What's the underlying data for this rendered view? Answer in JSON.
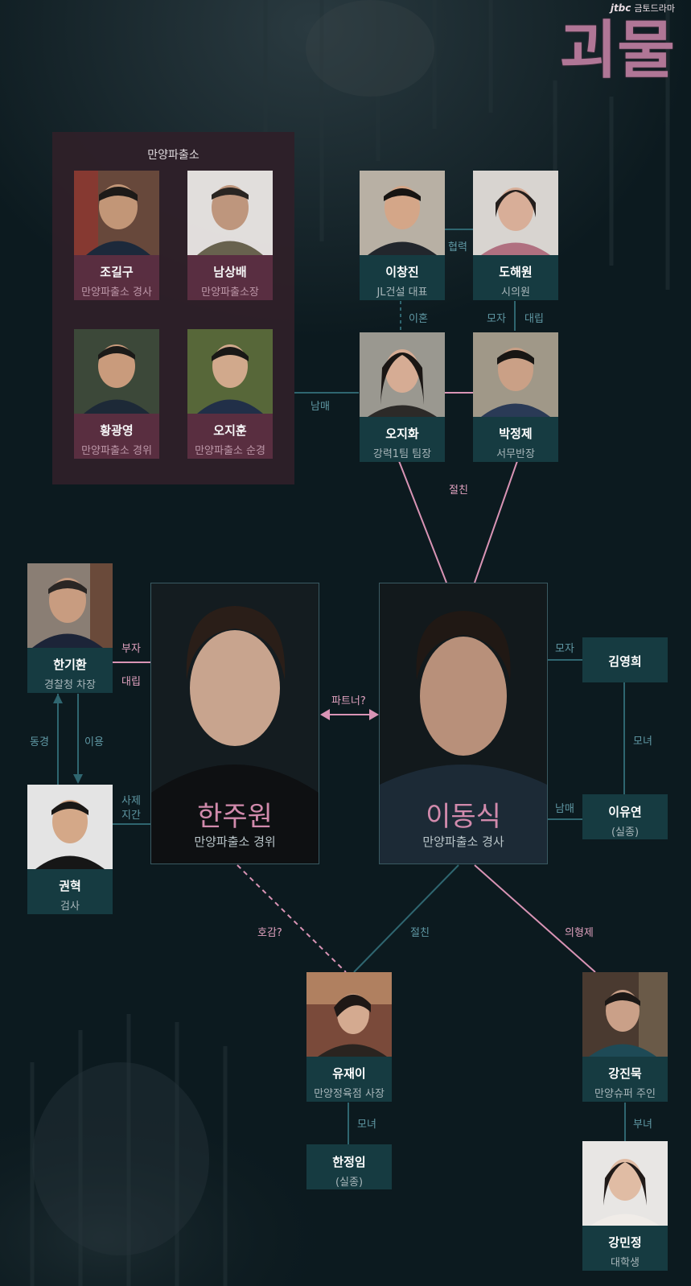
{
  "header": {
    "network": "jtbc",
    "slot": "금토드라마",
    "show_title": "괴물"
  },
  "station": {
    "title": "만양파출소",
    "members": [
      {
        "name": "조길구",
        "role": "만양파출소 경사"
      },
      {
        "name": "남상배",
        "role": "만양파출소장"
      },
      {
        "name": "황광영",
        "role": "만양파출소 경위"
      },
      {
        "name": "오지훈",
        "role": "만양파출소 순경"
      }
    ]
  },
  "people": {
    "lee_changjin": {
      "name": "이창진",
      "role": "JL건설 대표"
    },
    "do_haewon": {
      "name": "도해원",
      "role": "시의원"
    },
    "oh_jihwa": {
      "name": "오지화",
      "role": "강력1팀 팀장"
    },
    "park_jeongje": {
      "name": "박정제",
      "role": "서무반장"
    },
    "han_gihwan": {
      "name": "한기환",
      "role": "경찰청 차장"
    },
    "kwon_hyuk": {
      "name": "권혁",
      "role": "검사"
    },
    "han_juwon": {
      "name": "한주원",
      "role": "만양파출소 경위"
    },
    "lee_dongsik": {
      "name": "이동식",
      "role": "만양파출소 경사"
    },
    "kim_younghee": {
      "name": "김영희",
      "role": ""
    },
    "lee_yuyeon": {
      "name": "이유연",
      "role": "(실종)"
    },
    "yu_jaei": {
      "name": "유재이",
      "role": "만양정육점 사장"
    },
    "han_jeongim": {
      "name": "한정임",
      "role": "(실종)"
    },
    "kang_jinmuk": {
      "name": "강진묵",
      "role": "만양슈퍼 주인"
    },
    "kang_minjeong": {
      "name": "강민정",
      "role": "대학생"
    }
  },
  "relations": {
    "cooperation": "협력",
    "divorce": "이혼",
    "mother_son": "모자",
    "conflict": "대립",
    "siblings": "남매",
    "best_friend": "절친",
    "father_son": "부자",
    "conflict2": "대립",
    "colleague": "동경",
    "use": "이용",
    "partner": "파트너?",
    "mother_son2": "모자",
    "mother_daughter": "모녀",
    "siblings2": "남매",
    "mentor_line1": "사제",
    "mentor_line2": "지간",
    "crush": "호감?",
    "best_friend2": "절친",
    "sworn_brothers": "의형제",
    "mother_daughter2": "모녀",
    "father_daughter": "부녀"
  },
  "colors": {
    "accent_pink": "#e0a2bf",
    "teal": "#163b41",
    "station_bg": "#2e2029"
  }
}
